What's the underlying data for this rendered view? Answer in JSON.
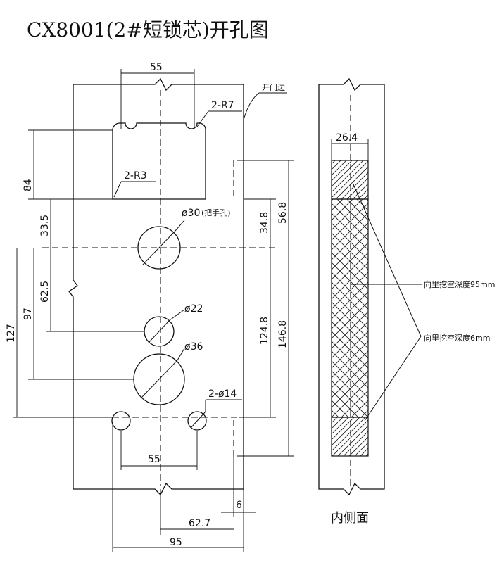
{
  "title": "CX8001(2#短锁芯)开孔图",
  "side_view_caption": "内侧面",
  "door_edge_label": "开门边",
  "dims": {
    "top_width": "55",
    "radius_top": "2-R7",
    "radius_bottom": "2-R3",
    "h84": "84",
    "h33_5": "33.5",
    "h62_5": "62.5",
    "h97": "97",
    "h127": "127",
    "r34_8": "34.8",
    "r56_8": "56.8",
    "r124_8": "124.8",
    "r146_8": "146.8",
    "hole30": "ø30",
    "hole30_note": "(把手孔)",
    "hole22": "ø22",
    "hole36": "ø36",
    "hole14": "2-ø14",
    "bottom55": "55",
    "offset6": "6",
    "w62_7": "62.7",
    "w95": "95",
    "side_width": "26.4"
  },
  "notes": {
    "depth95": "向里挖空深度95mm",
    "depth6": "向里挖空深度6mm"
  }
}
